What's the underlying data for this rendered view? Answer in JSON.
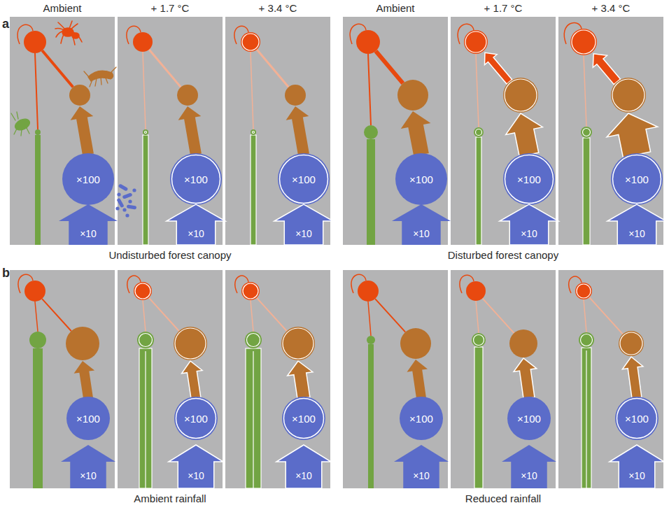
{
  "diagram": {
    "nodes": [
      {
        "text": [
          "×100"
        ]
      },
      {
        "text": [
          "×10"
        ]
      },
      {
        "text": [
          "×100"
        ]
      },
      {
        "text": [
          "×10"
        ]
      },
      {
        "text": [
          "×100"
        ]
      },
      {
        "text": [
          "×10"
        ]
      },
      {
        "text": [
          "×100"
        ]
      },
      {
        "text": [
          "×10"
        ]
      },
      {
        "text": [
          "×100"
        ]
      },
      {
        "text": [
          "×10"
        ]
      },
      {
        "text": [
          "×100"
        ]
      },
      {
        "text": [
          "×10"
        ]
      },
      {
        "text": [
          "×100"
        ]
      },
      {
        "text": [
          "×10"
        ]
      },
      {
        "text": [
          "×100"
        ]
      },
      {
        "text": [
          "×10"
        ]
      },
      {
        "text": [
          "×100"
        ]
      },
      {
        "text": [
          "×10"
        ]
      },
      {
        "text": [
          "×100"
        ]
      },
      {
        "text": [
          "×10"
        ]
      },
      {
        "text": [
          "×100"
        ]
      },
      {
        "text": [
          "×10"
        ]
      },
      {
        "text": [
          "×100"
        ]
      },
      {
        "text": [
          "×10"
        ]
      }
    ],
    "labels": [
      "a",
      "Ambient",
      "+ 1.7 °C",
      "+ 3.4 °C",
      "Ambient",
      "+ 1.7 °C",
      "+ 3.4 °C",
      "Undisturbed forest canopy",
      "Disturbed forest canopy",
      "b",
      "Ambient rainfall",
      "Reduced rainfall"
    ]
  }
}
